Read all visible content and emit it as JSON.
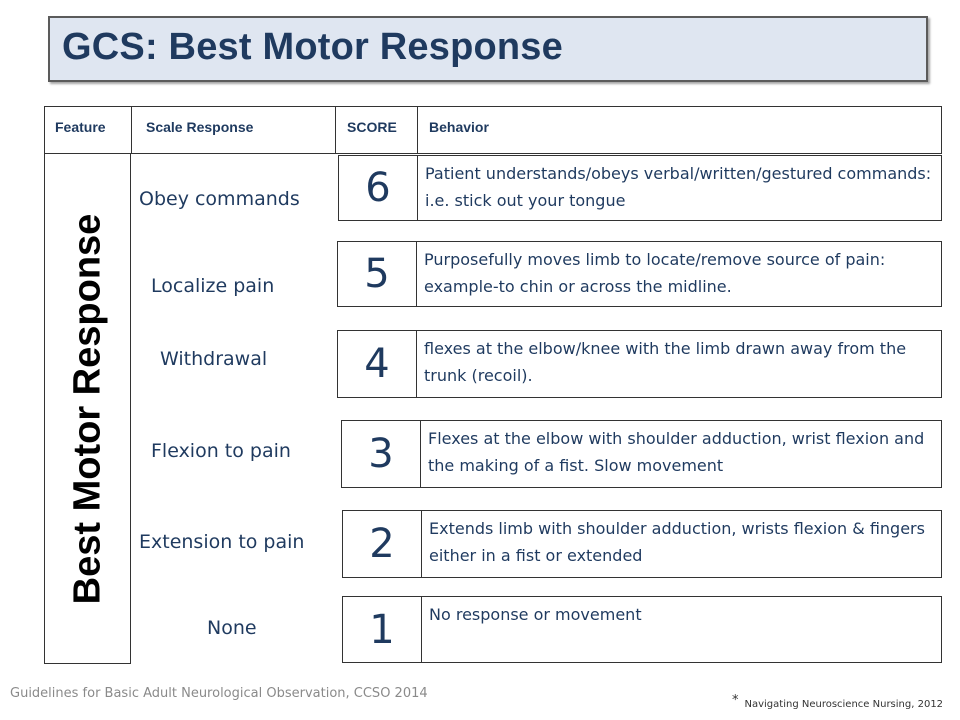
{
  "title": "GCS: Best Motor Response",
  "headers": {
    "feature": "Feature",
    "scale_response": "Scale Response",
    "score": "SCORE",
    "behavior": "Behavior"
  },
  "feature_label": "Best Motor Response",
  "rows": [
    {
      "response": "Obey commands",
      "score": "6",
      "behavior": "Patient understands/obeys verbal/written/gestured commands: i.e. stick out your tongue"
    },
    {
      "response": "Localize pain",
      "score": "5",
      "behavior": "Purposefully moves limb to locate/remove source of pain: example-to chin or across the midline."
    },
    {
      "response": "Withdrawal",
      "score": "4",
      "behavior": "flexes at the elbow/knee with the limb drawn away from the trunk (recoil)."
    },
    {
      "response": "Flexion to pain",
      "score": "3",
      "behavior": "Flexes at the elbow with shoulder adduction, wrist flexion and the making of a fist. Slow movement"
    },
    {
      "response": "Extension to pain",
      "score": "2",
      "behavior": "Extends limb with shoulder adduction, wrists flexion & fingers either in a fist or extended"
    },
    {
      "response": "None",
      "score": "1",
      "behavior": "No response or movement"
    }
  ],
  "footer": {
    "source": "Guidelines for Basic Adult Neurological Observation, CCSO 2014",
    "star": "*",
    "reference": "Navigating Neuroscience Nursing, 2012"
  },
  "colors": {
    "title_bg": "#dfe6f1",
    "text": "#1f3a5f",
    "footer_gray": "#8a8a8a"
  }
}
